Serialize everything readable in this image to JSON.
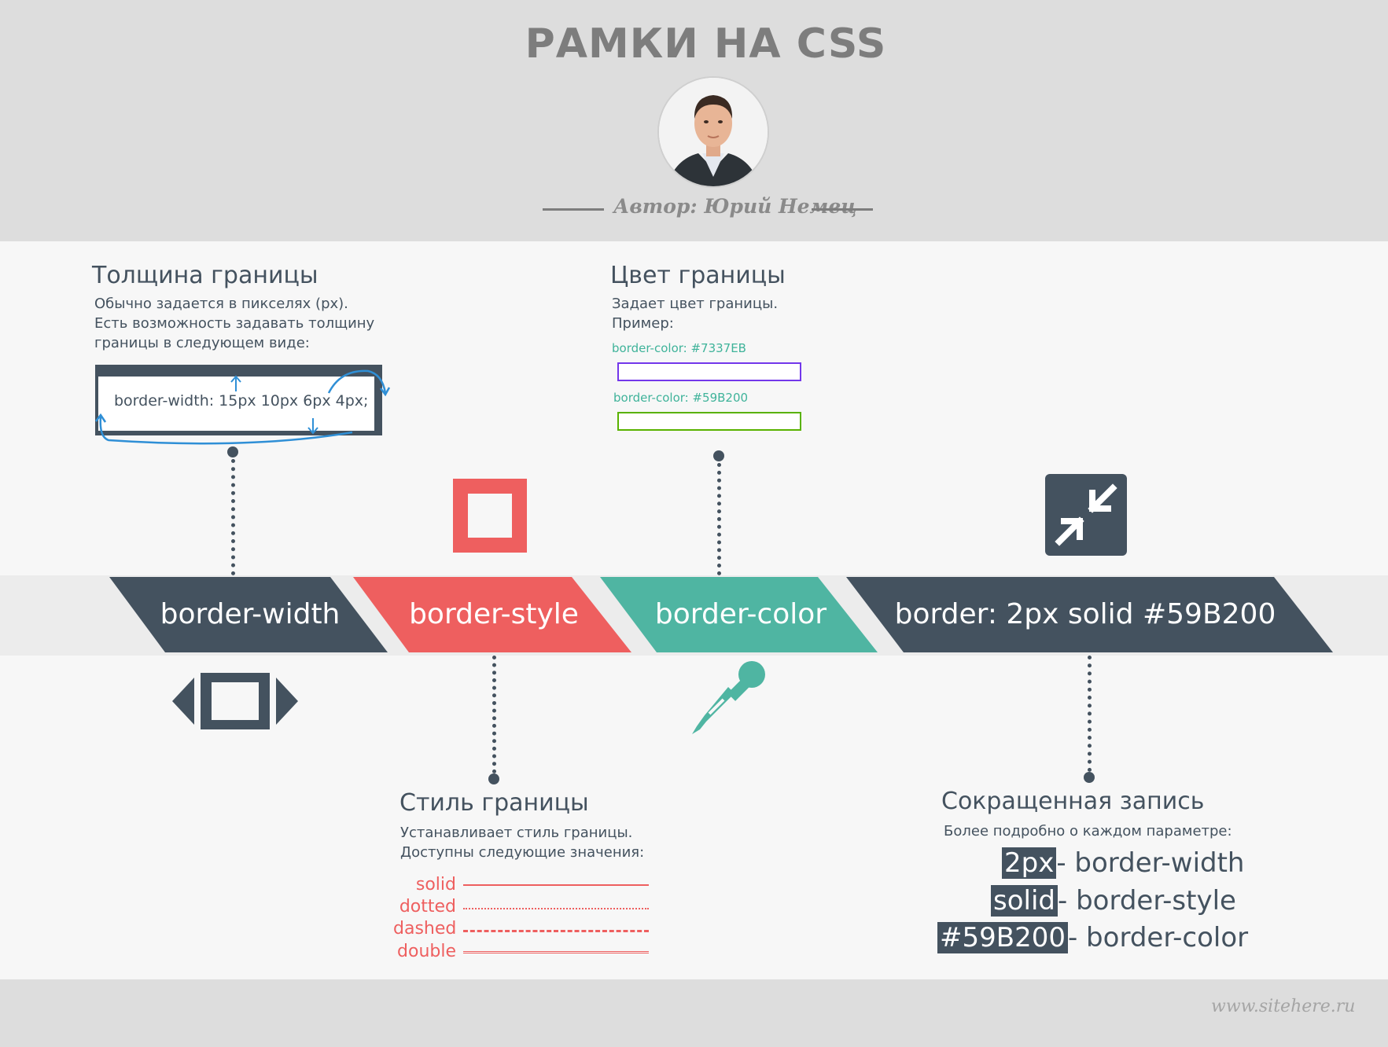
{
  "header": {
    "title": "РАМКИ НА CSS",
    "author": "Автор: Юрий Немец"
  },
  "sections": {
    "width": {
      "title": "Толщина границы",
      "text": [
        "Обычно задается в пикселях (px).",
        "Есть возможность задавать толщину",
        "границы в следующем виде:"
      ],
      "example": "border-width: 15px 10px 6px 4px;"
    },
    "color": {
      "title": "Цвет границы",
      "text": [
        "Задает цвет границы.",
        "Пример:"
      ],
      "examples": [
        {
          "label": "border-color: #7337EB",
          "color": "#7337EB"
        },
        {
          "label": "border-color: #59B200",
          "color": "#59B200"
        }
      ]
    },
    "style": {
      "title": "Стиль границы",
      "text": [
        "Устанавливает стиль границы.",
        "Доступны следующие значения:"
      ],
      "values": [
        "solid",
        "dotted",
        "dashed",
        "double"
      ]
    },
    "shorthand": {
      "title": "Сокращенная запись",
      "text": "Более подробно о каждом параметре:",
      "rows": [
        {
          "value": "2px",
          "prop": "- border-width"
        },
        {
          "value": "solid",
          "prop": "- border-style"
        },
        {
          "value": "#59B200",
          "prop": "- border-color"
        }
      ]
    }
  },
  "bars": [
    {
      "label": "border-width",
      "color": "#44525f"
    },
    {
      "label": "border-style",
      "color": "#ee5f5f"
    },
    {
      "label": "border-color",
      "color": "#4fb5a2"
    },
    {
      "label": "border: 2px solid #59B200",
      "color": "#44525f"
    }
  ],
  "icons": [
    "resize-horizontal-icon",
    "stamp-frame-icon",
    "eyedropper-icon",
    "collapse-arrows-icon"
  ],
  "footer": {
    "site": "www.sitehere.ru"
  }
}
